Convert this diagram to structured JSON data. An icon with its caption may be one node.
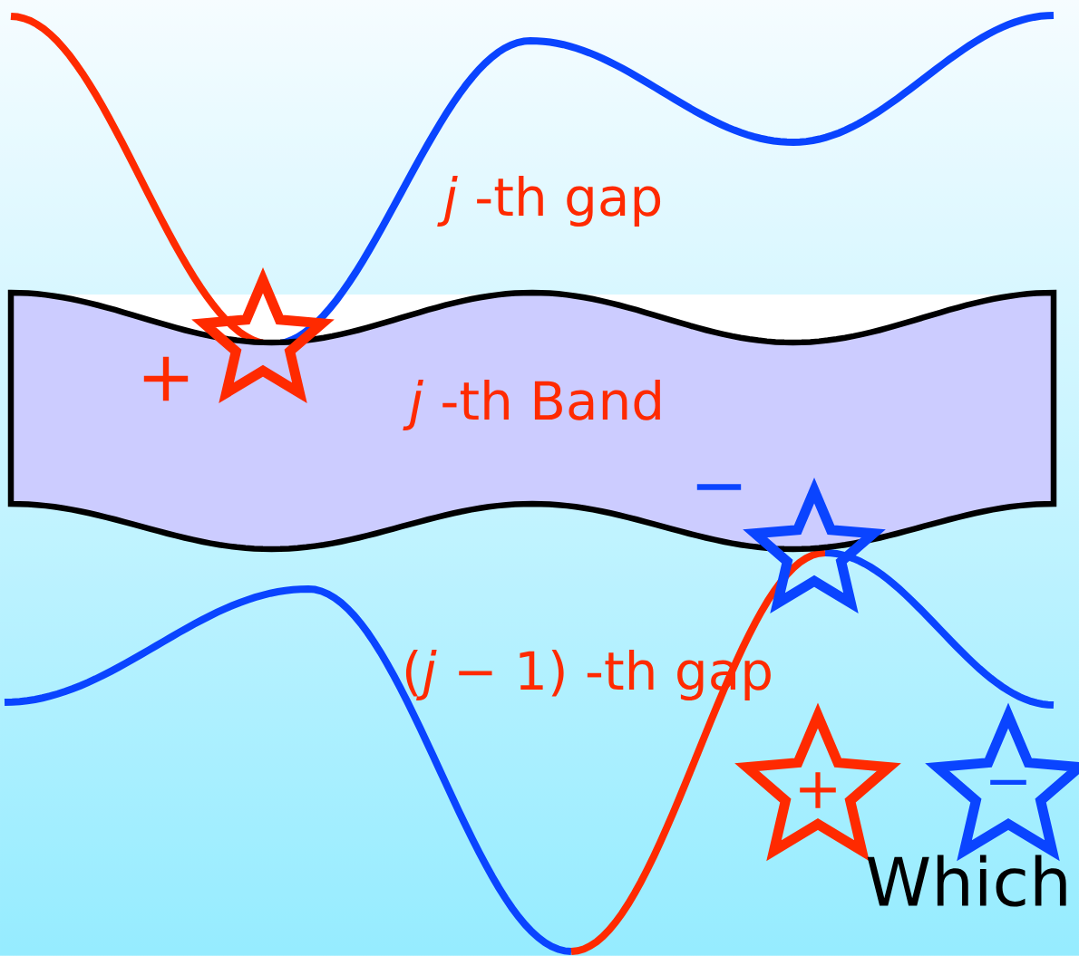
{
  "diagram": {
    "nodes": [
      {
        "text": [
          "*j* -th Band"
        ]
      },
      {
        "text": [],
        "shape": "star"
      },
      {
        "text": [],
        "shape": "star"
      },
      {
        "text": [
          "+"
        ]
      },
      {
        "text": [
          "−"
        ]
      }
    ],
    "labels": [
      "*j* -th gap",
      "+",
      "−",
      "(*j* − 1) -th gap",
      "Which"
    ]
  }
}
